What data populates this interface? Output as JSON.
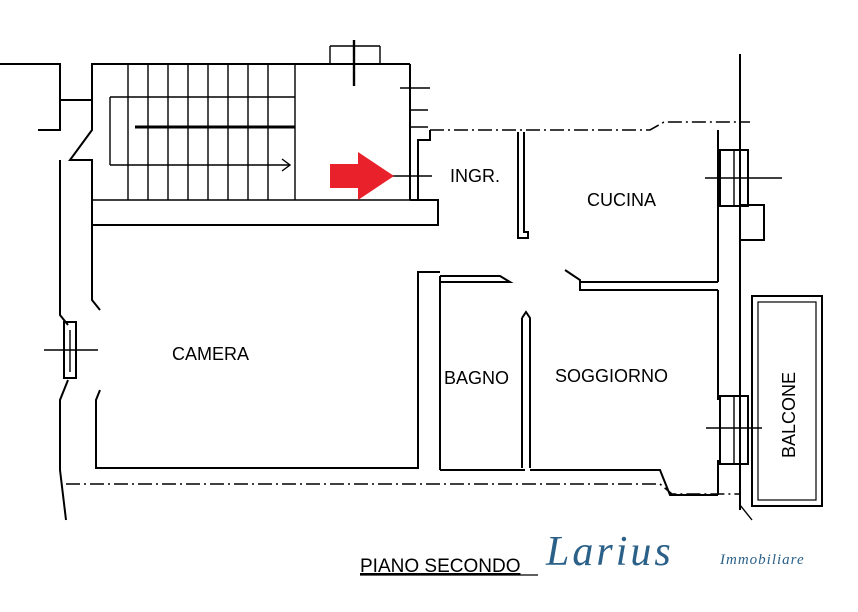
{
  "plan": {
    "rooms": {
      "ingresso": "INGR.",
      "cucina": "CUCINA",
      "camera": "CAMERA",
      "bagno": "BAGNO",
      "soggiorno": "SOGGIORNO",
      "balcone": "BALCONE"
    },
    "floor_caption": "PIANO SECONDO",
    "entrance_marker_color": "#e8212a"
  },
  "brand": {
    "name": "Larius",
    "tagline": "Immobiliare",
    "color": "#2b6088"
  }
}
